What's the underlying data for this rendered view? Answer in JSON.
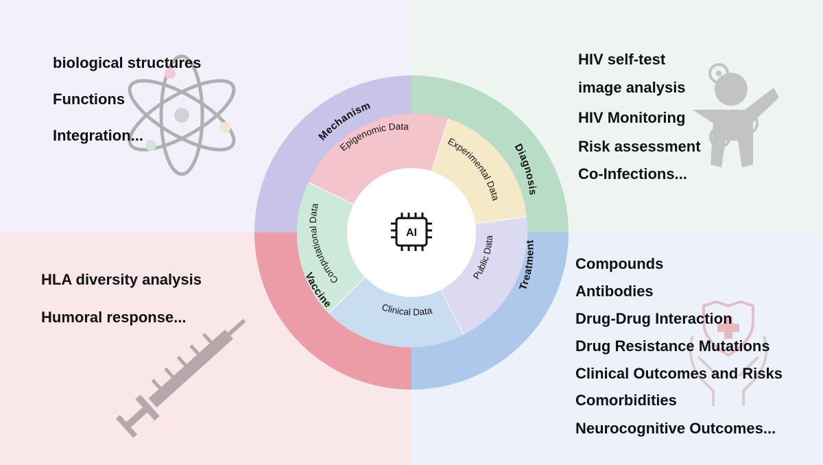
{
  "quadrants": {
    "mechanism": {
      "bg": "#f2f0fa",
      "items": [
        "biological structures",
        "Functions",
        "Integration..."
      ]
    },
    "diagnosis": {
      "bg": "#eef5f0",
      "items": [
        "HIV self-test",
        "image analysis",
        "HIV Monitoring",
        "Risk assessment",
        "Co-Infections..."
      ]
    },
    "vaccine": {
      "bg": "#f9e7ea",
      "items": [
        "HLA diversity analysis",
        "Humoral response..."
      ]
    },
    "treatment": {
      "bg": "#edf1fa",
      "items": [
        "Compounds",
        "Antibodies",
        "Drug-Drug Interaction",
        "Drug Resistance Mutations",
        "Clinical Outcomes and Risks",
        "Comorbidities",
        "Neurocognitive Outcomes..."
      ]
    }
  },
  "outer_ring": [
    {
      "label": "Mechanism",
      "color": "#c8c3e8"
    },
    {
      "label": "Diagnosis",
      "color": "#b9dcc7"
    },
    {
      "label": "Treatment",
      "color": "#adc8ea"
    },
    {
      "label": "Vaccine",
      "color": "#ec9ca6"
    }
  ],
  "inner_ring": [
    {
      "label": "Epigenomic Data",
      "color": "#f3c4cb"
    },
    {
      "label": "Experimental Data",
      "color": "#f6e9c8"
    },
    {
      "label": "Public Data",
      "color": "#dcdaf0"
    },
    {
      "label": "Clinical Data",
      "color": "#c9ddf0"
    },
    {
      "label": "Computational Data",
      "color": "#cde9dc"
    }
  ],
  "center": {
    "label": "AI"
  },
  "icons": {
    "atom": "atom-icon",
    "person": "person-monitoring-icon",
    "syringe": "syringe-icon",
    "hands": "care-hands-icon",
    "chip": "ai-chip-icon"
  }
}
